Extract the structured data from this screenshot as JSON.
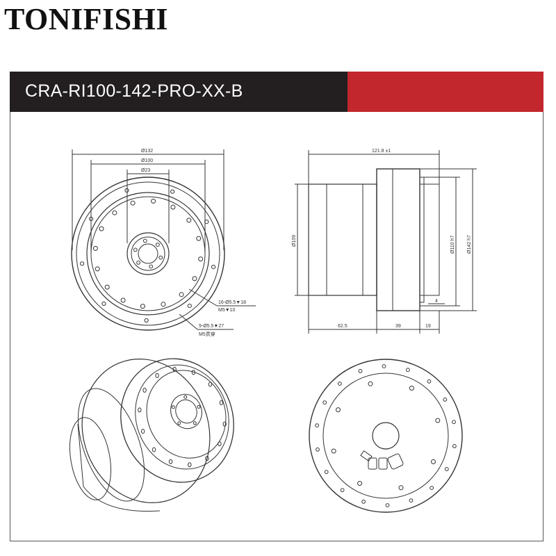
{
  "brand": "TONIFISHI",
  "model": "CRA-RI100-142-PRO-XX-B",
  "colors": {
    "banner_dark": "#231f20",
    "banner_red": "#c1272d",
    "line": "#333333"
  },
  "front_view": {
    "dim_outer": "Ø132",
    "dim_mid": "Ø100",
    "dim_inner": "Ø23",
    "note_1a": "16-Ø5.5▼18",
    "note_1b": "M5▼10",
    "note_2a": "9-Ø5.5▼27",
    "note_2b": "M5贯穿"
  },
  "side_view": {
    "dim_total": "121.8 ±1",
    "dim_body": "Ø109",
    "dim_fit": "Ø110 h7",
    "dim_flange": "Ø142 h7",
    "dim_a": "62.5",
    "dim_b": "39",
    "dim_c": "19",
    "dim_d": "4"
  }
}
